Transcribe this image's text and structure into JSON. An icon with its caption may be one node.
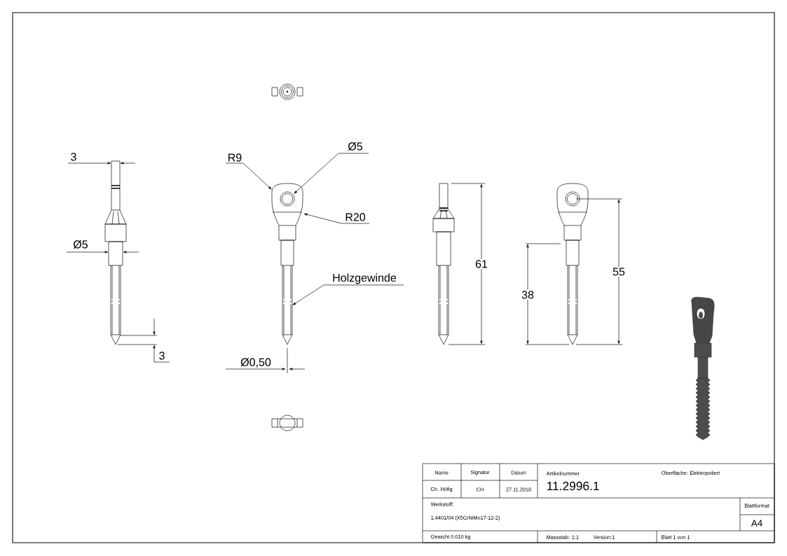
{
  "diagram": {
    "nodes": [
      {
        "text": [
          "R9"
        ]
      },
      {
        "text": [
          "Ø5"
        ]
      },
      {
        "text": [
          "R20"
        ]
      },
      {
        "text": [
          "Holzgewinde"
        ]
      },
      {
        "text": [],
        "shape": "picture"
      }
    ],
    "edges": [
      {
        "from": 0,
        "to": 4,
        "arrow": "to"
      },
      {
        "from": 1,
        "to": 4,
        "arrow": "to"
      },
      {
        "from": 2,
        "to": 4,
        "arrow": "to"
      },
      {
        "from": 3,
        "to": 4,
        "arrow": "to"
      }
    ],
    "labels": [
      "3",
      "Ø5",
      "3",
      "Ø0,50",
      "61",
      "38",
      "55",
      "Name",
      "Signatur",
      "Datum",
      "Artikelnummer",
      "Oberfläche:  Elektropoliert",
      "Ch. Höfig",
      "CH",
      "27.11.2018",
      "11.2996.1",
      "Werkstoff:",
      "Blattformat",
      "1.4401/04 (X5CrNiMo17-12-2)",
      "A4",
      "Gewicht 0.010 kg",
      "Massstab: 1:1",
      "Version:1",
      "Blatt 1 von 1"
    ]
  }
}
